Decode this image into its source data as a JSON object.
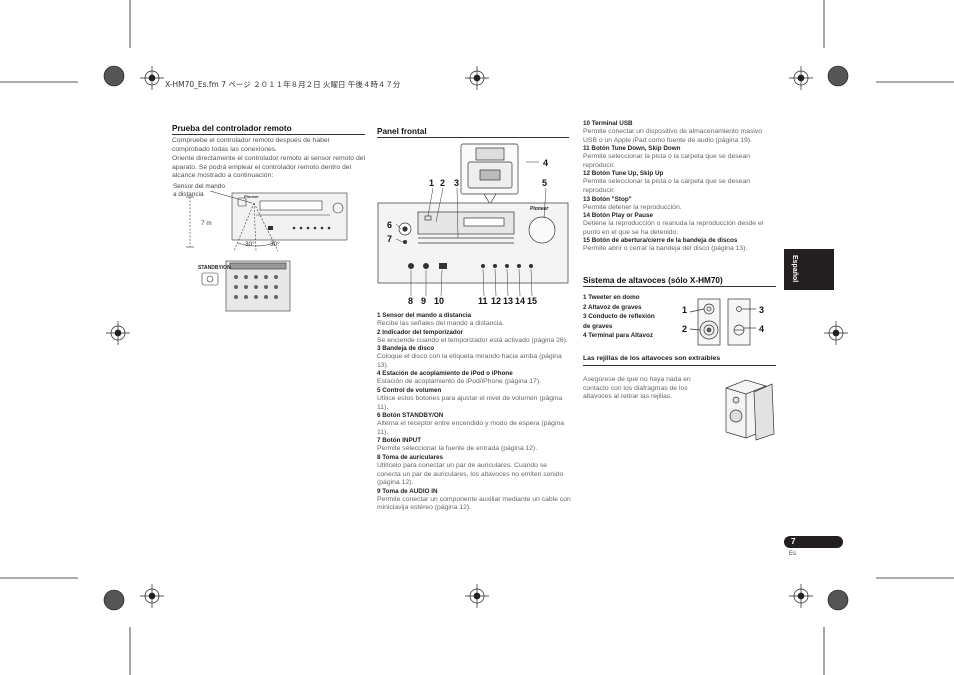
{
  "header": {
    "file_line": "X-HM70_Es.fm  7 ページ  ２０１１年８月２日  火曜日  午後４時４７分"
  },
  "left": {
    "title": "Prueba del controlador remoto",
    "paragraphs": [
      "Compruebe el controlador remoto después de haber comprobado todas las conexiones.",
      "Oriente directamente el controlador remoto al sensor remoto del aparato. Se podrá emplear el controlador remoto dentro del alcance mostrado a continuación:"
    ],
    "fig": {
      "sensor_label": "Sensor del mando\na distancia",
      "distance": "7 m",
      "angle_left": "30°",
      "angle_right": "30°",
      "standby_label": "STANDBY/ON",
      "brand": "Pioneer"
    }
  },
  "middle": {
    "title": "Panel frontal",
    "brand": "Pioneer",
    "callouts_top": [
      "1",
      "2",
      "3",
      "4",
      "5"
    ],
    "callouts_left": [
      "6",
      "7"
    ],
    "callouts_bottom": [
      "8",
      "9",
      "10",
      "11",
      "12",
      "13",
      "14",
      "15"
    ],
    "items": [
      {
        "title": "1     Sensor del mando a distancia",
        "desc": "Recibe las señales del mando a distancia."
      },
      {
        "title": "2     Indicador del temporizador",
        "desc": "Se enciende cuando el temporizador está activado (página 26)."
      },
      {
        "title": "3     Bandeja de disco",
        "desc": "Coloque el disco con la etiqueta mirando hacia arriba (página 13)."
      },
      {
        "title": "4     Estación de acoplamiento de iPod o iPhone",
        "desc": "Estación de acoplamiento de iPod/iPhone (página 17)."
      },
      {
        "title": "5     Control de volumen",
        "desc": "Utilice estos botones para ajustar el nivel de volumen (página 11)."
      },
      {
        "title": "6     Botón STANDBY/ON",
        "desc": "Alterna el receptor entre encendido y modo de espera (página 11)."
      },
      {
        "title": "7     Botón INPUT",
        "desc": "Permite seleccionar la fuente de entrada (página 12)."
      },
      {
        "title": "8     Toma de auriculares",
        "desc": "Utilícelo para conectar un par de auriculares. Cuando se conecta un par de auriculares, los altavoces no emiten sonido (página 12)."
      },
      {
        "title": "9     Toma de AUDIO IN",
        "desc": "Permite conectar un componente auxiliar mediante un cable con miniclavija estéreo (página 12)."
      }
    ]
  },
  "right": {
    "items": [
      {
        "title": "10  Terminal USB",
        "desc": "Permite conectar un dispositivo de almacenamiento masivo USB o un Apple iPad como fuente de audio (página 19)."
      },
      {
        "title": "11  Botón Tune Down, Skip Down",
        "desc": "Permite seleccionar la pista o la carpeta que se desean reproducir."
      },
      {
        "title": "12  Botón Tune Up, Skip Up",
        "desc": "Permite seleccionar la pista o la carpeta que se desean reproducir."
      },
      {
        "title": "13  Botón \"Stop\"",
        "desc": "Permite detener la reproducción."
      },
      {
        "title": "14  Botón Play or Pause",
        "desc": "Detiene la reproducción o reanuda la reproducción desde el punto en el que se ha detenido."
      },
      {
        "title": "15  Botón de abertura/cierre de la bandeja de discos",
        "desc": "Permite abrir o cerrar la bandeja del disco (página 13)."
      }
    ],
    "speaker_title": "Sistema de altavoces (sólo X-HM70)",
    "speaker_items": [
      "1    Tweeter en domo",
      "2    Altavoz de graves",
      "3    Conducto de reflexión",
      "      de graves",
      "4    Terminal para Altavoz"
    ],
    "speaker_callouts": [
      "1",
      "2",
      "3",
      "4"
    ],
    "grille_title": "Las rejillas de los altavoces son extraíbles",
    "grille_text": "Asegúrese de que no haya nada en contacto con los diafragmas de los altavoces al retirar las rejillas."
  },
  "side_tab": "Español",
  "page": {
    "number": "7",
    "lang": "Es"
  }
}
